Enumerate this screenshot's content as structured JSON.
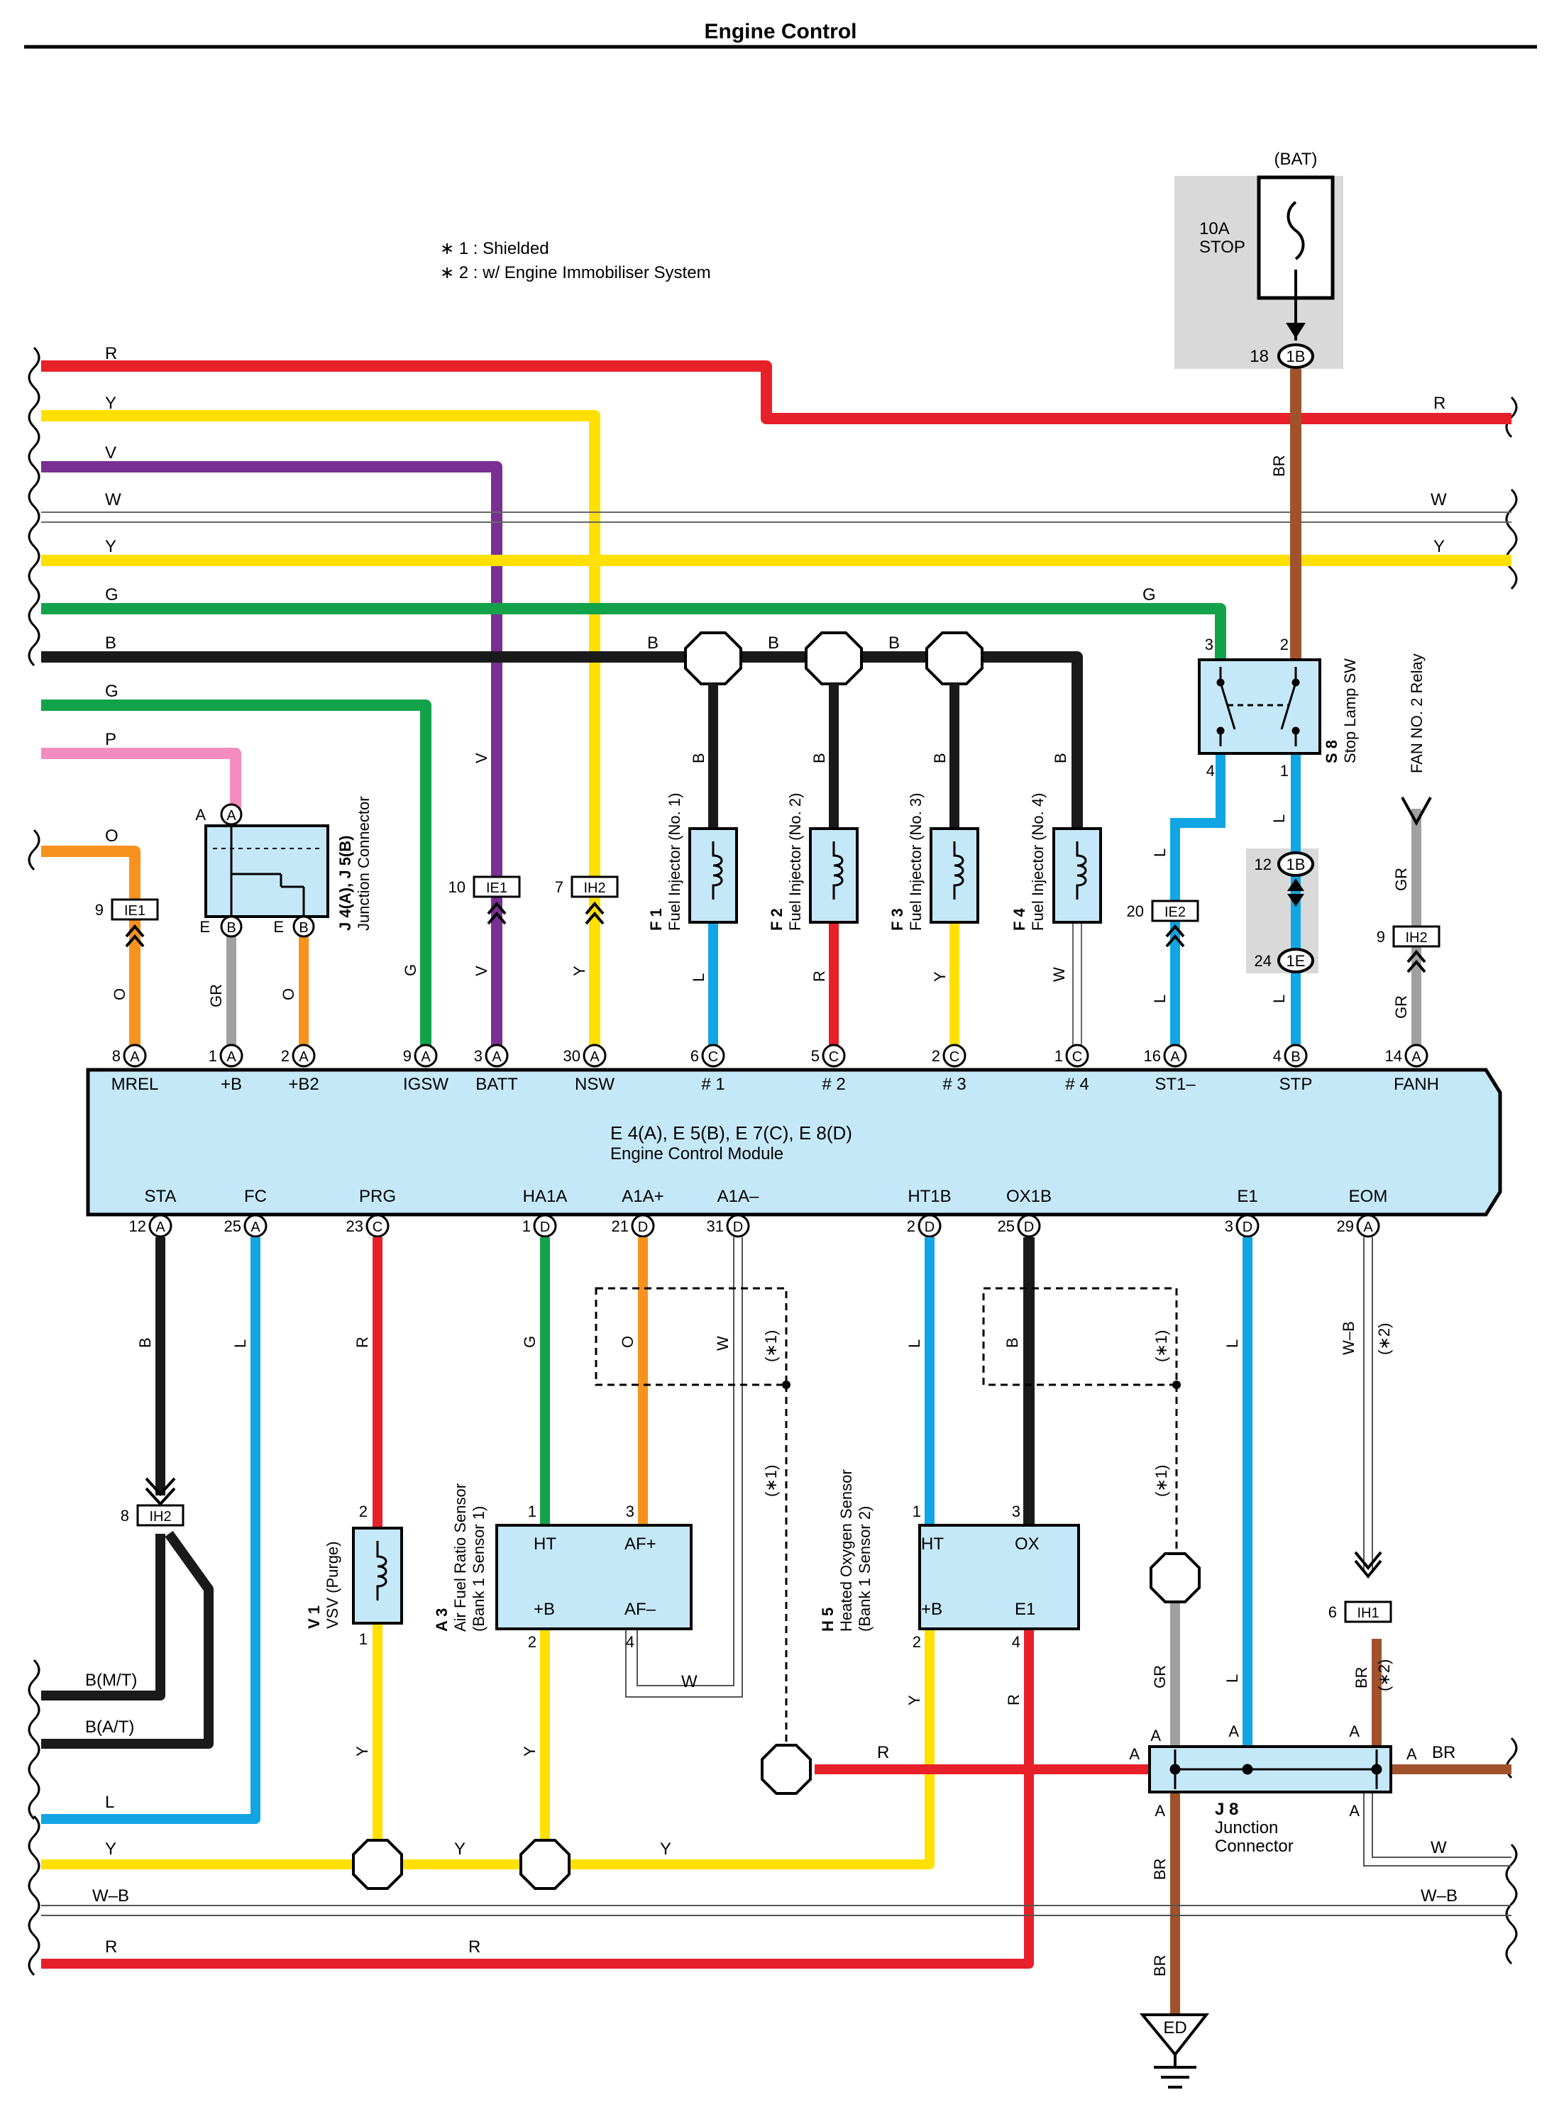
{
  "title": "Engine Control",
  "notes": [
    "∗ 1 : Shielded",
    "∗ 2 : w/ Engine Immobiliser System"
  ],
  "fuse": {
    "supply": "(BAT)",
    "rating": "10A",
    "name": "STOP",
    "pin": "18",
    "connector": "1B"
  },
  "wire_labels": {
    "R": "R",
    "Y": "Y",
    "V": "V",
    "W": "W",
    "G": "G",
    "B": "B",
    "P": "P",
    "O": "O",
    "L": "L",
    "GR": "GR",
    "BR": "BR",
    "WB": "W–B",
    "BMT": "B(M/T)",
    "BAT": "B(A/T)"
  },
  "colors": {
    "R": "#e8202a",
    "Y": "#ffe000",
    "V": "#7a2f93",
    "G": "#12a34a",
    "B": "#1a1a1a",
    "P": "#f48cbf",
    "O": "#f7921e",
    "L": "#12a5e4",
    "GR": "#a0a0a0",
    "BR": "#a0522d",
    "module": "#c5e8f8",
    "shade": "#d9d9d9"
  },
  "connectors_top": [
    {
      "pin": "8",
      "ref": "A",
      "name": "MREL"
    },
    {
      "pin": "1",
      "ref": "A",
      "name": "+B"
    },
    {
      "pin": "2",
      "ref": "A",
      "name": "+B2"
    },
    {
      "pin": "9",
      "ref": "A",
      "name": "IGSW"
    },
    {
      "pin": "3",
      "ref": "A",
      "name": "BATT"
    },
    {
      "pin": "30",
      "ref": "A",
      "name": "NSW"
    },
    {
      "pin": "6",
      "ref": "C",
      "name": "# 1"
    },
    {
      "pin": "5",
      "ref": "C",
      "name": "# 2"
    },
    {
      "pin": "2",
      "ref": "C",
      "name": "# 3"
    },
    {
      "pin": "1",
      "ref": "C",
      "name": "# 4"
    },
    {
      "pin": "16",
      "ref": "A",
      "name": "ST1–"
    },
    {
      "pin": "4",
      "ref": "B",
      "name": "STP"
    },
    {
      "pin": "14",
      "ref": "A",
      "name": "FANH"
    }
  ],
  "connectors_bottom": [
    {
      "pin": "12",
      "ref": "A",
      "name": "STA"
    },
    {
      "pin": "25",
      "ref": "A",
      "name": "FC"
    },
    {
      "pin": "23",
      "ref": "C",
      "name": "PRG"
    },
    {
      "pin": "1",
      "ref": "D",
      "name": "HA1A"
    },
    {
      "pin": "21",
      "ref": "D",
      "name": "A1A+"
    },
    {
      "pin": "31",
      "ref": "D",
      "name": "A1A–"
    },
    {
      "pin": "2",
      "ref": "D",
      "name": "HT1B"
    },
    {
      "pin": "25",
      "ref": "D",
      "name": "OX1B"
    },
    {
      "pin": "3",
      "ref": "D",
      "name": "E1"
    },
    {
      "pin": "29",
      "ref": "A",
      "name": "EOM"
    }
  ],
  "ecm": {
    "codes": "E 4(A), E 5(B), E 7(C), E 8(D)",
    "name": "Engine Control Module"
  },
  "injectors": [
    {
      "code": "F 1",
      "name": "Fuel Injector (No. 1)"
    },
    {
      "code": "F 2",
      "name": "Fuel Injector (No. 2)"
    },
    {
      "code": "F 3",
      "name": "Fuel Injector (No. 3)"
    },
    {
      "code": "F 4",
      "name": "Fuel Injector (No. 4)"
    }
  ],
  "junction_j4": {
    "code": "J 4(A), J 5(B)",
    "name": "Junction Connector"
  },
  "stop_lamp": {
    "code": "S 8",
    "name": "Stop Lamp SW"
  },
  "fan_relay": "FAN NO. 2 Relay",
  "inline": {
    "IE1": "IE1",
    "IE2": "IE2",
    "IH1": "IH1",
    "IH2": "IH2",
    "1B": "1B",
    "1E": "1E"
  },
  "vsv": {
    "code": "V 1",
    "name": "VSV (Purge)"
  },
  "af_sensor": {
    "code": "A 3",
    "name": "Air Fuel Ratio Sensor",
    "sub": "(Bank 1 Sensor 1)",
    "HT": "HT",
    "AFP": "AF+",
    "B": "+B",
    "AFM": "AF–"
  },
  "o2_sensor": {
    "code": "H 5",
    "name": "Heated Oxygen Sensor",
    "sub": "(Bank 1 Sensor 2)",
    "HT": "HT",
    "OX": "OX",
    "B": "+B",
    "E1": "E1"
  },
  "junction_j8": {
    "code": "J 8",
    "name": "Junction",
    "name2": "Connector"
  },
  "ground": "ED",
  "shield": {
    "s1": "(∗1)",
    "s2": "(∗2)"
  }
}
